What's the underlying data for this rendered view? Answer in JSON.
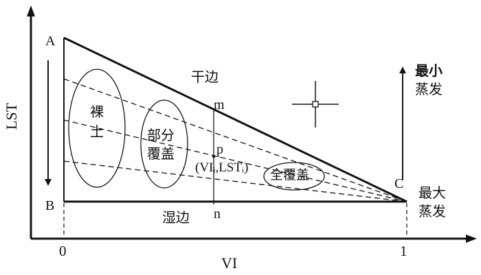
{
  "axes": {
    "y_label": "LST",
    "x_label": "VI",
    "x_origin": "0",
    "x_end": "1"
  },
  "points": {
    "A": "A",
    "B": "B",
    "C": "C",
    "m": "m",
    "p": "p",
    "n": "n",
    "p_coord": "(VIᵢ,LSTᵢ)"
  },
  "edges": {
    "dry": "干边",
    "wet": "湿边"
  },
  "regions": {
    "bare_soil": "裸土",
    "partial_line1": "部分",
    "partial_line2": "覆盖",
    "full_cover": "全覆盖"
  },
  "evaporation": {
    "min_line1": "最小",
    "min_line2": "蒸发",
    "max_line1": "最大",
    "max_line2": "蒸发"
  }
}
